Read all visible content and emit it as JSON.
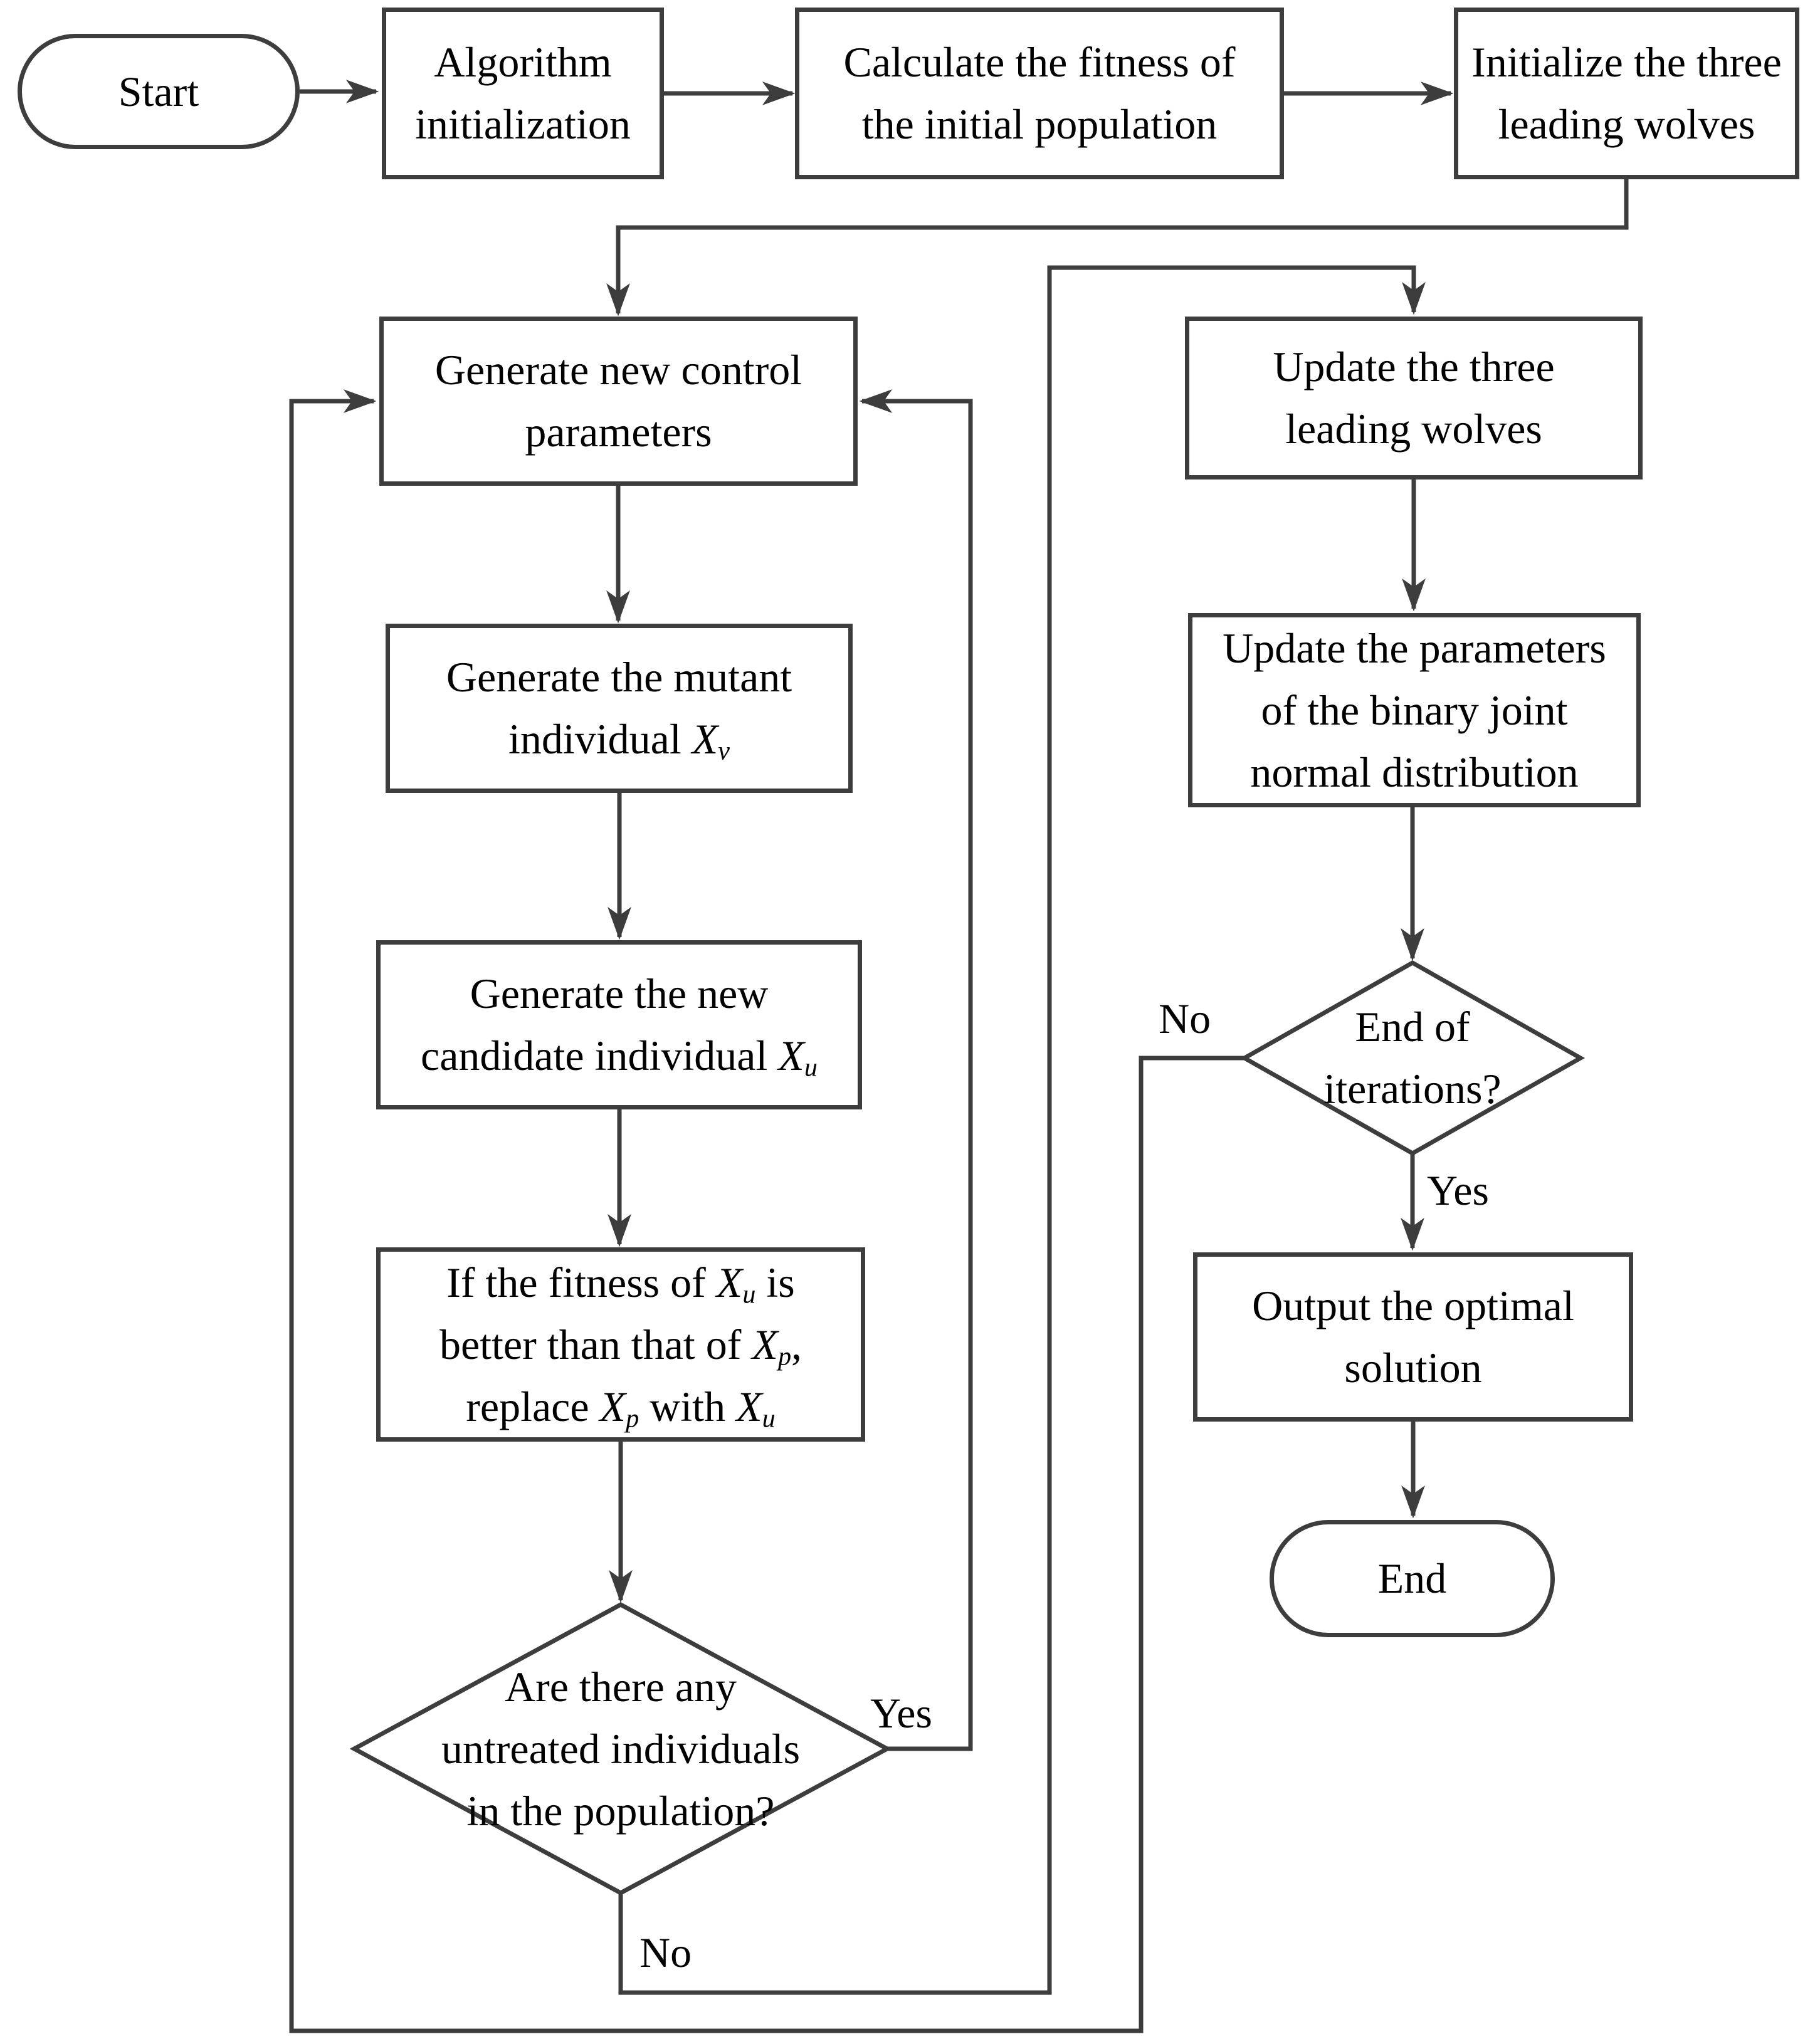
{
  "colors": {
    "line": "#3d3d3d",
    "text": "#000000",
    "background": "#ffffff"
  },
  "nodes": {
    "start": {
      "label": "Start"
    },
    "algorithm_initialization": {
      "line1": "Algorithm",
      "line2": "initialization"
    },
    "calculate_fitness": {
      "line1": "Calculate the fitness of",
      "line2": "the initial population"
    },
    "initialize_wolves": {
      "line1": "Initialize the three",
      "line2": "leading wolves"
    },
    "generate_control": {
      "line1": "Generate new control",
      "line2": "parameters"
    },
    "generate_mutant": {
      "line1": "Generate the mutant",
      "line2_text": "individual ",
      "line2_var": "X",
      "line2_sub": "v"
    },
    "generate_candidate": {
      "line1": "Generate the new",
      "line2_text": "candidate individual ",
      "line2_var": "X",
      "line2_sub": "u"
    },
    "replace_condition": {
      "l1_text": "If the fitness of ",
      "l1_var": "X",
      "l1_sub": "u",
      "l1_tail": " is",
      "l2_text": "better than that of ",
      "l2_var": "X",
      "l2_sub": "p",
      "l2_tail": ",",
      "l3_text": "replace ",
      "l3_var": "X",
      "l3_sub": "p",
      "l3_mid": " with ",
      "l3_var2": "X",
      "l3_sub2": "u"
    },
    "untreated_check": {
      "line1": "Are there any",
      "line2": "untreated individuals",
      "line3": "in the population?"
    },
    "update_wolves": {
      "line1": "Update the three",
      "line2": "leading wolves"
    },
    "update_parameters": {
      "line1": "Update the parameters",
      "line2": "of the binary joint",
      "line3": "normal distribution"
    },
    "end_iterations_check": {
      "line1": "End of",
      "line2": "iterations?"
    },
    "output_solution": {
      "line1": "Output the optimal",
      "line2": "solution"
    },
    "end": {
      "label": "End"
    }
  },
  "edge_labels": {
    "untreated_yes": "Yes",
    "untreated_no": "No",
    "iterations_yes": "Yes",
    "iterations_no": "No"
  }
}
